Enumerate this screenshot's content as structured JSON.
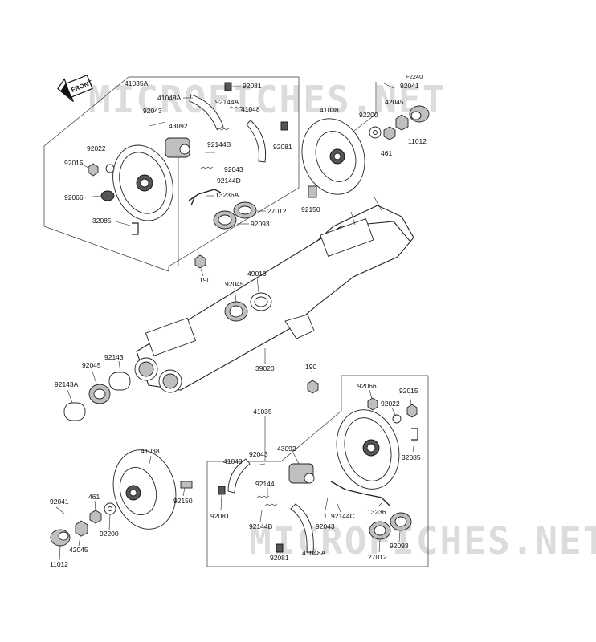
{
  "figure_code": "F2240",
  "watermark": "MICROFICHES.NET",
  "front_label": "FRONT",
  "labels": {
    "top": [
      "41035A",
      "92081",
      "41048A",
      "92144A",
      "41048",
      "92043",
      "43092",
      "92144B",
      "92081",
      "92022",
      "92043",
      "92015",
      "92144D",
      "92066",
      "13236A",
      "27012",
      "32085",
      "92093",
      "190",
      "41038",
      "92200",
      "92041",
      "42045",
      "461",
      "11012",
      "92150"
    ],
    "middle": [
      "92045",
      "49016",
      "39020",
      "92143",
      "92045",
      "92143A",
      "190"
    ],
    "bottom": [
      "41035",
      "92066",
      "92015",
      "92022",
      "43092",
      "32085",
      "41048",
      "92043",
      "92144",
      "92081",
      "92144B",
      "92043",
      "92144C",
      "13236",
      "92081",
      "41048A",
      "27012",
      "92093",
      "41038",
      "92150",
      "92041",
      "461",
      "92200",
      "42045",
      "11012"
    ]
  }
}
